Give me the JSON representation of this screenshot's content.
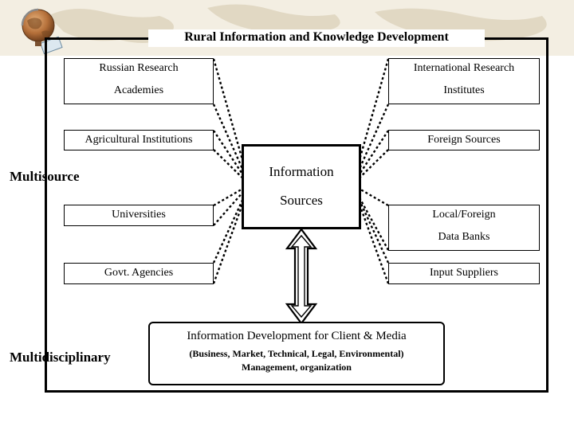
{
  "title": "Rural Information and Knowledge Development",
  "left_boxes": [
    {
      "line1": "Russian Research",
      "line2": "Academies"
    },
    {
      "line1": "Agricultural Institutions",
      "line2": ""
    },
    {
      "line1": "Universities",
      "line2": ""
    },
    {
      "line1": "Govt. Agencies",
      "line2": ""
    }
  ],
  "right_boxes": [
    {
      "line1": "International Research",
      "line2": "Institutes"
    },
    {
      "line1": "Foreign Sources",
      "line2": ""
    },
    {
      "line1": "Local/Foreign",
      "line2": "Data Banks"
    },
    {
      "line1": "Input Suppliers",
      "line2": ""
    }
  ],
  "center": {
    "line1": "Information",
    "line2": "Sources"
  },
  "labels": {
    "multisource": "Multisource",
    "multidisciplinary": "Multidisciplinary"
  },
  "bottom": {
    "heading": "Information Development for Client & Media",
    "line1": "(Business, Market, Technical, Legal, Environmental)",
    "line2": "Management, organization"
  }
}
